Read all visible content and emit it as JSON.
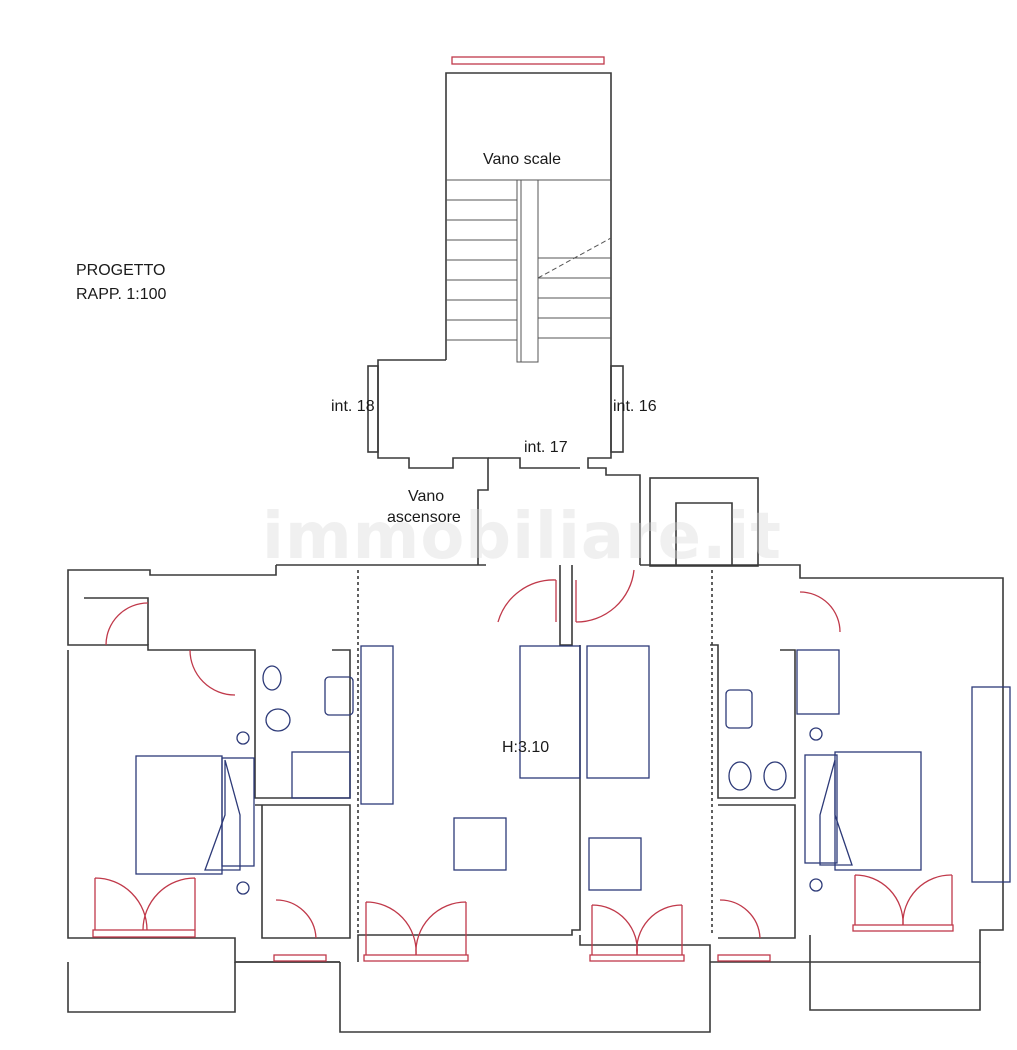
{
  "title": {
    "line1": "PROGETTO",
    "line2": "RAPP. 1:100"
  },
  "rooms": {
    "stair": "Vano scale",
    "elevator_line1": "Vano",
    "elevator_line2": "ascensore",
    "unit_left": "int. 18",
    "unit_right": "int. 16",
    "unit_center": "int. 17",
    "height": "H:3.10"
  },
  "watermark": "immobiliare.it",
  "colors": {
    "wall": "#3a3a3a",
    "door": "#c0394a",
    "furniture": "#2d3a78",
    "background": "#ffffff"
  }
}
